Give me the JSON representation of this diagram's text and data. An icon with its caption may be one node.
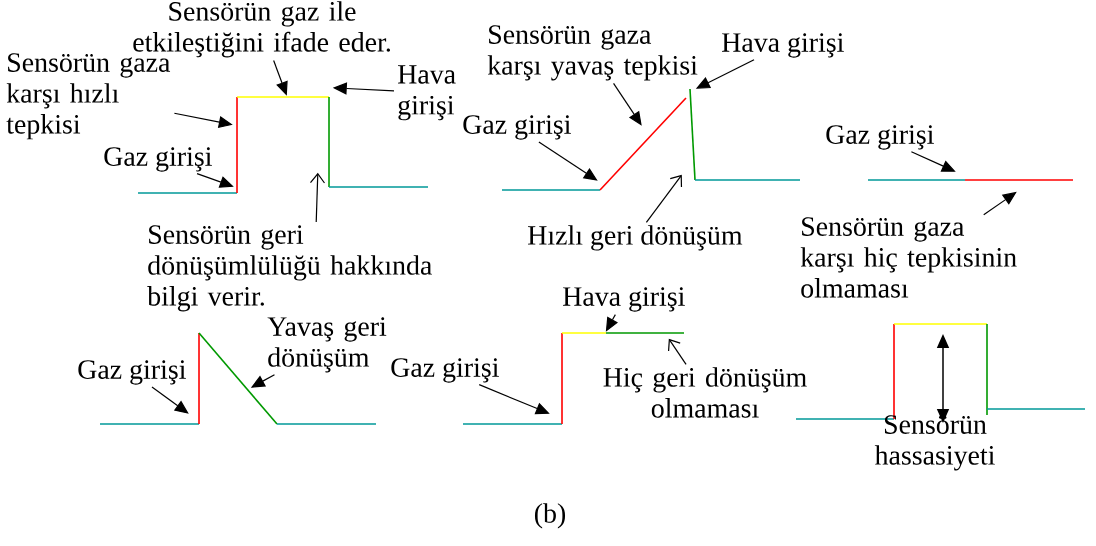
{
  "diagram": {
    "caption": "(b)",
    "nodes": [
      {
        "text": [
          "Sensörün gaz ile etkileştiğini ifade eder."
        ]
      },
      {
        "text": [
          "Sensörün gaza karşı hızlı tepkisi"
        ]
      },
      {
        "text": [
          "Hava girişi"
        ]
      },
      {
        "text": [
          "Gaz girişi"
        ]
      },
      {
        "text": [
          "Sensörün geri dönüşümlülüğü hakkında bilgi verir."
        ]
      },
      {
        "text": [
          "Sensörün gaza karşı yavaş tepkisi"
        ]
      },
      {
        "text": [
          "Hava girişi"
        ]
      },
      {
        "text": [
          "Gaz girişi"
        ]
      },
      {
        "text": [
          "Hızlı geri dönüşüm"
        ]
      },
      {
        "text": [
          "Gaz girişi"
        ]
      },
      {
        "text": [
          "Sensörün gaza karşı hiç tepkisinin olmaması"
        ]
      },
      {
        "text": [
          "Yavaş geri dönüşüm"
        ]
      },
      {
        "text": [
          "Gaz girişi"
        ]
      },
      {
        "text": [
          "Hava girişi"
        ]
      },
      {
        "text": [
          "Gaz girişi"
        ]
      },
      {
        "text": [
          "Hiç geri dönüşüm olmaması"
        ]
      },
      {
        "text": [],
        "shape": "picture"
      },
      {
        "text": [],
        "shape": "picture"
      },
      {
        "text": [],
        "shape": "picture"
      },
      {
        "text": [],
        "shape": "picture"
      },
      {
        "text": [],
        "shape": "picture"
      },
      {
        "text": [],
        "shape": "picture"
      }
    ],
    "edges": [
      {
        "from": 1,
        "to": 16,
        "arrow": "to"
      },
      {
        "from": 0,
        "to": 16,
        "arrow": "to"
      },
      {
        "from": 2,
        "to": 16,
        "arrow": "to"
      },
      {
        "from": 3,
        "to": 16,
        "arrow": "to"
      },
      {
        "from": 4,
        "to": 16,
        "arrow": "to"
      },
      {
        "from": 5,
        "to": 17,
        "arrow": "to"
      },
      {
        "from": 6,
        "to": 17,
        "arrow": "to"
      },
      {
        "from": 7,
        "to": 17,
        "arrow": "to"
      },
      {
        "from": 8,
        "to": 17,
        "arrow": "to"
      },
      {
        "from": 9,
        "to": 18,
        "arrow": "to"
      },
      {
        "from": 10,
        "to": 18,
        "arrow": "to"
      },
      {
        "from": 11,
        "to": 19,
        "arrow": "to"
      },
      {
        "from": 12,
        "to": 19,
        "arrow": "to"
      },
      {
        "from": 14,
        "to": 20,
        "arrow": "to"
      },
      {
        "from": 13,
        "to": 20,
        "arrow": "to"
      },
      {
        "from": 15,
        "to": 20,
        "arrow": "to"
      }
    ],
    "labels": [
      "Sensörün hassasiyeti"
    ]
  }
}
